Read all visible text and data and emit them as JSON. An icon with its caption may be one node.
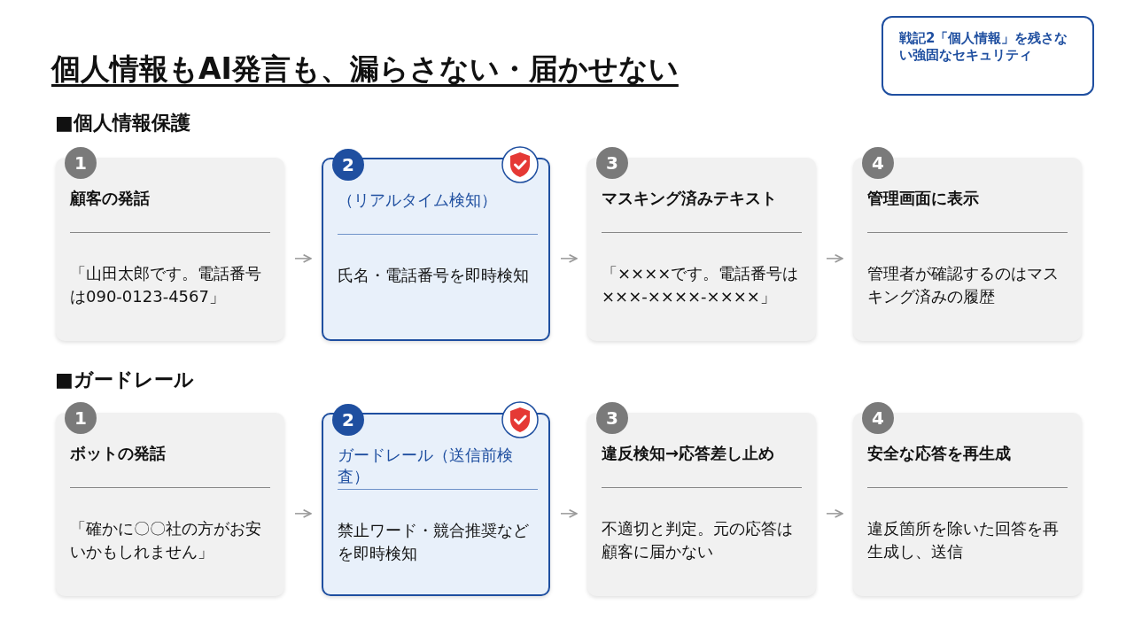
{
  "diagram": {
    "title": "個人情報もAI発言も、漏らさない・届かせない",
    "nodes": [
      {
        "text": [
          "戦記2「個人情報」を残さない強固なセキュリティ"
        ]
      },
      {
        "text": [
          "1",
          "顧客の発話",
          "「山田太郎です。電話番号は090-0123-4567」"
        ]
      },
      {
        "text": [
          "2",
          "（リアルタイム検知）",
          "氏名・電話番号を即時検知"
        ]
      },
      {
        "text": [
          "3",
          "マスキング済みテキスト",
          "「××××です。電話番号は×××-××××-××××」"
        ]
      },
      {
        "text": [
          "4",
          "管理画面に表示",
          "管理者が確認するのはマスキング済みの履歴"
        ]
      },
      {
        "text": [
          "1",
          "ボットの発話",
          "「確かに〇〇社の方がお安いかもしれません」"
        ]
      },
      {
        "text": [
          "2",
          "ガードレール（送信前検査）",
          "禁止ワード・競合推奨などを即時検知"
        ]
      },
      {
        "text": [
          "3",
          "違反検知→応答差し止め",
          "不適切と判定。元の応答は顧客に届かない"
        ]
      },
      {
        "text": [
          "4",
          "安全な応答を再生成",
          "違反箇所を除いた回答を再生成し、送信"
        ]
      }
    ],
    "edges": [
      {
        "from": 1,
        "to": 2,
        "arrow": "to"
      },
      {
        "from": 2,
        "to": 3,
        "arrow": "to"
      },
      {
        "from": 3,
        "to": 4,
        "arrow": "to"
      },
      {
        "from": 5,
        "to": 6,
        "arrow": "to"
      },
      {
        "from": 6,
        "to": 7,
        "arrow": "to"
      },
      {
        "from": 7,
        "to": 8,
        "arrow": "to"
      }
    ],
    "labels": [
      "■個人情報保護",
      "■ガードレール"
    ]
  }
}
